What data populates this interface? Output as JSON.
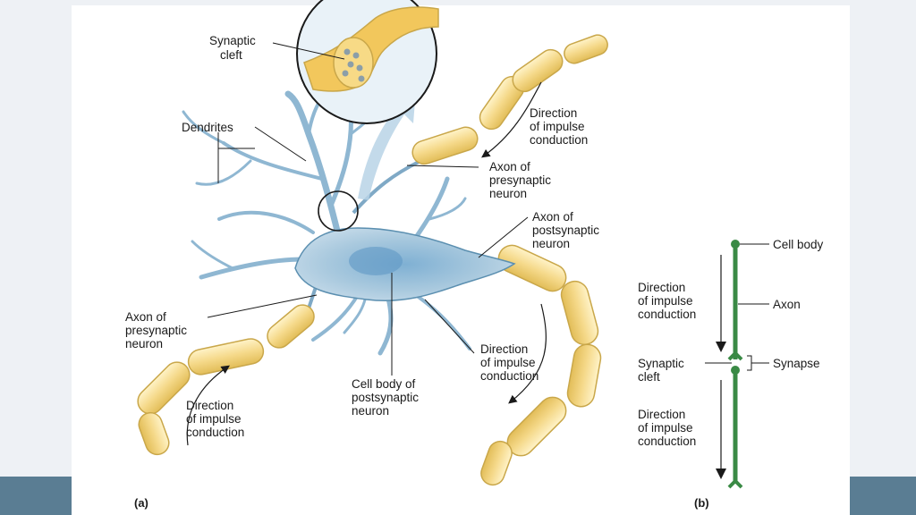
{
  "colors": {
    "band": "#5a7d93",
    "neuron_fill": "#a9c9de",
    "neuron_stroke": "#5b8fb0",
    "myelin_fill": "#f5d98a",
    "myelin_stroke": "#c9a74a",
    "schematic_green": "#3a8a45",
    "arrow_highlight": "#b9d3e6"
  },
  "panel_a": {
    "panel_label": "(a)",
    "inset_synaptic_cleft": [
      "Synaptic",
      "cleft"
    ],
    "dendrites": "Dendrites",
    "direction_top": [
      "Direction",
      "of impulse",
      "conduction"
    ],
    "axon_presyn_top": [
      "Axon of",
      "presynaptic",
      "neuron"
    ],
    "axon_postsyn": [
      "Axon of",
      "postsynaptic",
      "neuron"
    ],
    "axon_presyn_left": [
      "Axon of",
      "presynaptic",
      "neuron"
    ],
    "direction_mid": [
      "Direction",
      "of impulse",
      "conduction"
    ],
    "cell_body_postsyn": [
      "Cell body of",
      "postsynaptic",
      "neuron"
    ],
    "direction_bottom": [
      "Direction",
      "of impulse",
      "conduction"
    ]
  },
  "panel_b": {
    "panel_label": "(b)",
    "cell_body": "Cell body",
    "axon": "Axon",
    "synapse": "Synapse",
    "synaptic_cleft": [
      "Synaptic",
      "cleft"
    ],
    "direction_upper": [
      "Direction",
      "of impulse",
      "conduction"
    ],
    "direction_lower": [
      "Direction",
      "of impulse",
      "conduction"
    ]
  }
}
